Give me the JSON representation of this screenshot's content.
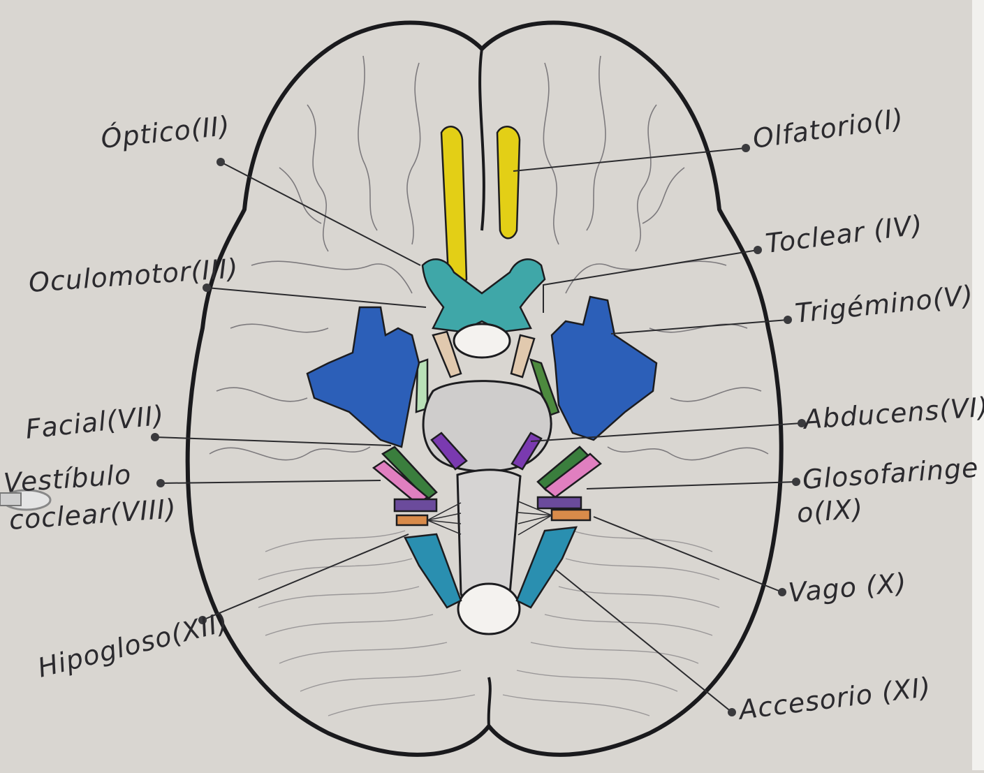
{
  "labels": {
    "optico": "Óptico(II)",
    "olfatorio": "Olfatorio(I)",
    "toclear": "Toclear (IV)",
    "oculomotor": "Oculomotor(III)",
    "trigemino": "Trigémino(V)",
    "facial": "Facial(VII)",
    "abducens": "Abducens(VI)",
    "vestibulo_line1": "Vestíbulo",
    "vestibulo_line2": "coclear(VIII)",
    "glosofaringeo_line1": "Glosofaringe",
    "glosofaringeo_line2": "o(IX)",
    "vago": "Vago (X)",
    "hipogloso": "Hipogloso(XII)",
    "accesorio": "Accesorio (XI)"
  },
  "colors": {
    "paper": "#d9d6d1",
    "brain_fill": "#c4c2c1",
    "olfactory": "#e3cf16",
    "optic": "#3fa7a8",
    "trigeminal": "#2c5fb8",
    "oculomotor": "#e1c9ae",
    "trochlear": "#b9e0b7",
    "abducens": "#4d8a3e",
    "facial": "#3a7e3d",
    "vestibulocochlear": "#e07fc0",
    "glossopharyngeal": "#6b4b9c",
    "vagus": "#d98b4a",
    "accessory": "#2a8fb0",
    "hypoglossal": "#2a8fb0",
    "pons_arteries": "#7a3ab0"
  }
}
